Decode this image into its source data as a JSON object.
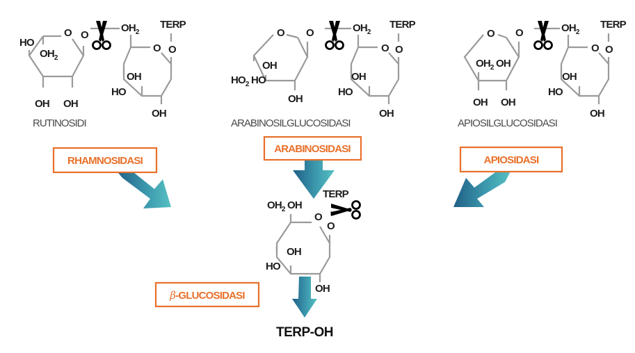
{
  "colors": {
    "enzyme_text": "#e8702a",
    "enzyme_border": "#e8702a",
    "arrow_dark": "#1f5f86",
    "arrow_light": "#55c1c2",
    "bond": "#9a9a9a",
    "label": "#1c1c1c"
  },
  "labels": {
    "OH2": "OH",
    "sub2": "2",
    "OH": "OH",
    "HO": "HO",
    "O": "O",
    "TERP": "TERP"
  },
  "substrates": [
    {
      "name": "RUTINOSIDI"
    },
    {
      "name": "ARABINOSILGLUCOSIDASI",
      "extra_label": "HO",
      "extra_sub": "2"
    },
    {
      "name": "APIOSILGLUCOSIDASI"
    }
  ],
  "enzymes": {
    "rhamnosidasi": "RHAMNOSIDASI",
    "arabinosidasi": "ARABINOSIDASI",
    "apiosidasi": "APIOSIDASI",
    "beta_symbol": "β",
    "glucosidasi": "-GLUCOSIDASI"
  },
  "intermediate": {
    "top_label": "OH",
    "top_label_2": "OH"
  },
  "product": "TERP-OH",
  "icons": [
    "scissors-icon",
    "arrow-icon"
  ]
}
